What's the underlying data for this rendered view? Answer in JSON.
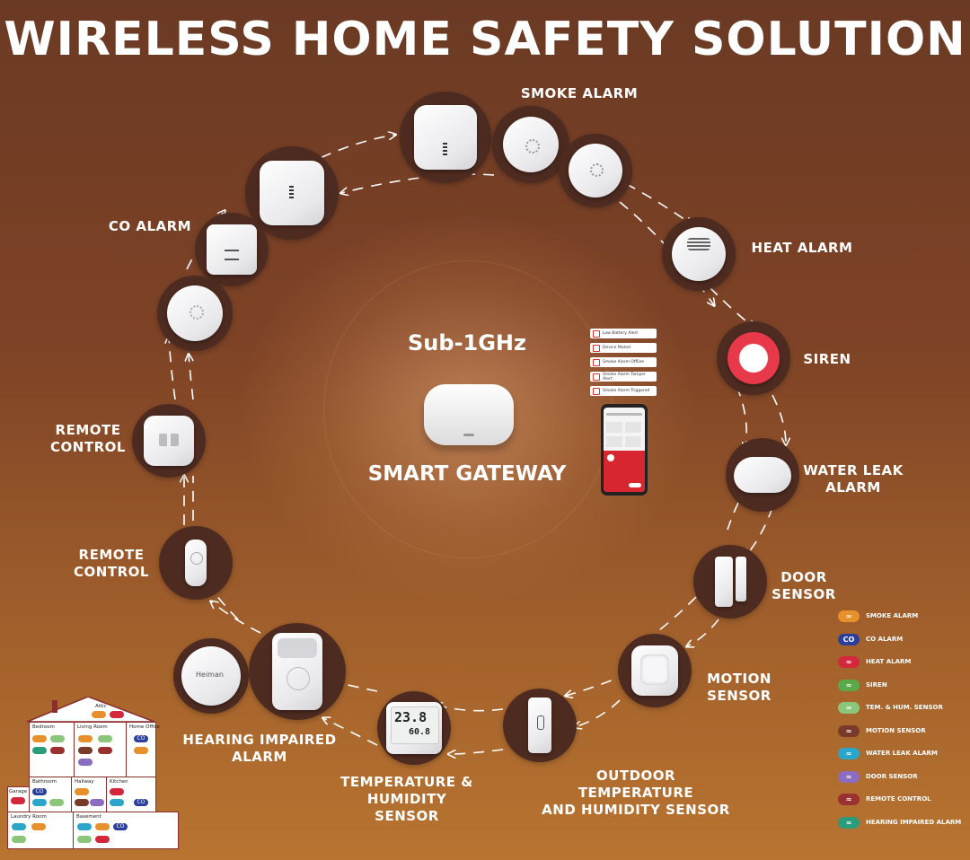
{
  "title": "WIRELESS HOME SAFETY SOLUTION",
  "center": {
    "protocol": "Sub-1GHz",
    "gateway_label": "SMART GATEWAY"
  },
  "device_labels": {
    "smoke_alarm": "SMOKE ALARM",
    "co_alarm": "CO ALARM",
    "heat_alarm": "HEAT ALARM",
    "siren": "SIREN",
    "water_leak_alarm": [
      "WATER LEAK",
      "ALARM"
    ],
    "door_sensor": [
      "DOOR",
      "SENSOR"
    ],
    "motion_sensor": [
      "MOTION",
      "SENSOR"
    ],
    "outdoor_th_sensor": [
      "OUTDOOR TEMPERATURE",
      "AND HUMIDITY SENSOR"
    ],
    "th_sensor": [
      "TEMPERATURE &",
      "HUMIDITY SENSOR"
    ],
    "hearing_impaired_alarm": [
      "HEARING IMPAIRED",
      "ALARM"
    ],
    "remote_control_1": [
      "REMOTE",
      "CONTROL"
    ],
    "remote_control_2": [
      "REMOTE",
      "CONTROL"
    ]
  },
  "device_text": {
    "th_display_temp": "23.8",
    "th_display_hum": "60.8",
    "brand": "Heiman"
  },
  "notifications": [
    "Low Battery Alert",
    "Device Muted",
    "Smoke Alarm Offline",
    "Smoke Alarm Tamper Alert",
    "Smoke Alarm Triggered"
  ],
  "legend": [
    {
      "label": "SMOKE ALARM",
      "color": "#e8912c",
      "icon": "smoke-icon"
    },
    {
      "label": "CO ALARM",
      "color": "#2a3f9c",
      "icon": "co-icon",
      "text": "CO"
    },
    {
      "label": "HEAT ALARM",
      "color": "#d3283c",
      "icon": "heat-icon"
    },
    {
      "label": "SIREN",
      "color": "#5aa94a",
      "icon": "siren-icon"
    },
    {
      "label": "TEM. & HUM. SENSOR",
      "color": "#8cc67a",
      "icon": "thermometer-icon"
    },
    {
      "label": "MOTION SENSOR",
      "color": "#7a3a2a",
      "icon": "motion-icon"
    },
    {
      "label": "WATER LEAK ALARM",
      "color": "#29a6c9",
      "icon": "water-icon"
    },
    {
      "label": "DOOR SENSOR",
      "color": "#8a6cc0",
      "icon": "door-icon"
    },
    {
      "label": "REMOTE CONTROL",
      "color": "#9a3030",
      "icon": "remote-icon"
    },
    {
      "label": "HEARING IMPAIRED ALARM",
      "color": "#2b9c7a",
      "icon": "hearing-icon"
    }
  ],
  "house": {
    "rooms": [
      "Attic",
      "Bedroom",
      "Living Room",
      "Home Office",
      "Bathroom",
      "Hallway",
      "Kitchen",
      "Garage",
      "Laundry Room",
      "Basement"
    ],
    "co_tag": "CO"
  },
  "colors": {
    "accent": "#4e2b20",
    "background_top": "#6b3a24",
    "background_bottom": "#b87430"
  }
}
